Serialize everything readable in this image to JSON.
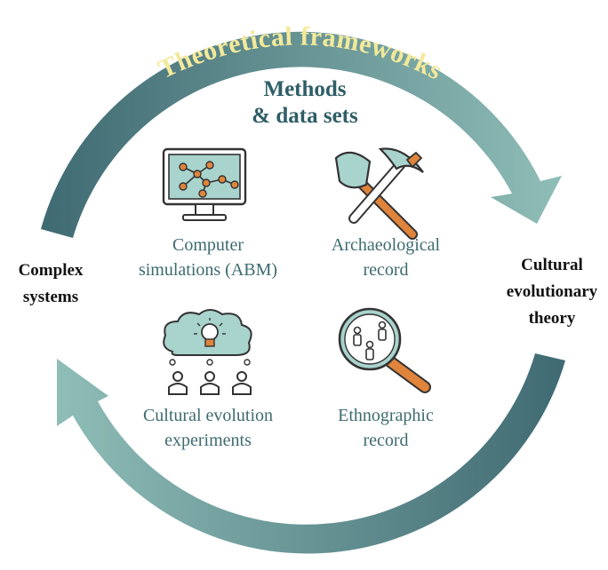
{
  "diagram": {
    "top_banner": "Theoretical frameworks",
    "center_title": "Methods\n& data sets",
    "left_label": "Complex\nsystems",
    "right_label": "Cultural\nevolutionary\ntheory",
    "methods": [
      {
        "label": "Computer\nsimulations (ABM)",
        "icon": "computer-network-icon"
      },
      {
        "label": "Archaeological\nrecord",
        "icon": "shovel-pickaxe-icon"
      },
      {
        "label": "Cultural evolution\nexperiments",
        "icon": "lightbulb-people-icon"
      },
      {
        "label": "Ethnographic\nrecord",
        "icon": "magnifier-people-icon"
      }
    ]
  },
  "colors": {
    "arc_dark": "#3f6a72",
    "arc_light": "#8fbdb7",
    "banner_text": "#f3e99a",
    "heading": "#2f5e66",
    "accent_orange": "#e0843c",
    "icon_fill": "#a9d3cd"
  }
}
